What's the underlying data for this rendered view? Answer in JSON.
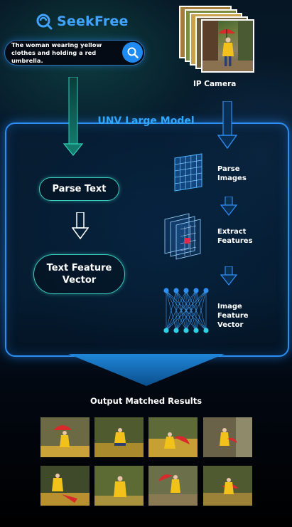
{
  "brand": {
    "name": "SeekFree"
  },
  "search": {
    "query": "The woman wearing yellow clothes and holding a red umbrella."
  },
  "camera": {
    "label": "IP Camera"
  },
  "model": {
    "title": "UNV Large Model"
  },
  "left_pipeline": {
    "step1": "Parse Text",
    "step2": "Text Feature Vector"
  },
  "right_pipeline": {
    "step1": "Parse Images",
    "step2": "Extract Features",
    "step3": "Image Feature Vector"
  },
  "output": {
    "title": "Output Matched Results"
  },
  "icons": [
    "seekfree-logo-icon",
    "search-icon",
    "grid-icon",
    "layers-icon",
    "network-icon",
    "arrow-down-icon"
  ],
  "colors": {
    "accent": "#2fa6ff",
    "teal": "#3ad0c0",
    "yellow": "#f2c21b",
    "red": "#d82a2a"
  }
}
